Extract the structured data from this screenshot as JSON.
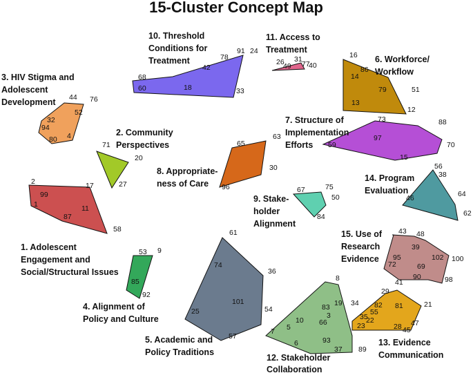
{
  "title": "15-Cluster Concept Map",
  "clusters": [
    {
      "id": "c1",
      "label_lines": [
        "1. Adolescent",
        "Engagement and",
        "Social/Structural Issues"
      ],
      "color": "#cc5050",
      "points": [
        "2",
        "99",
        "17",
        "1",
        "11",
        "87",
        "58"
      ]
    },
    {
      "id": "c2",
      "label_lines": [
        "2. Community",
        "Perspectives"
      ],
      "color": "#a2c928",
      "points": [
        "71",
        "20",
        "27"
      ]
    },
    {
      "id": "c3",
      "label_lines": [
        "3. HIV Stigma and",
        "Adolescent",
        "Development"
      ],
      "color": "#f0a15c",
      "points": [
        "44",
        "76",
        "52",
        "32",
        "94",
        "80",
        "4"
      ]
    },
    {
      "id": "c4",
      "label_lines": [
        "4. Alignment of",
        "Policy and Culture"
      ],
      "color": "#33a85a",
      "points": [
        "53",
        "9",
        "85",
        "92"
      ]
    },
    {
      "id": "c5",
      "label_lines": [
        "5. Academic and",
        "Policy Traditions"
      ],
      "color": "#6b7b8e",
      "points": [
        "61",
        "74",
        "36",
        "101",
        "54",
        "25",
        "57"
      ]
    },
    {
      "id": "c6",
      "label_lines": [
        "6. Workforce/",
        "Workflow"
      ],
      "color": "#c08a0c",
      "points": [
        "16",
        "86",
        "14",
        "79",
        "51",
        "13",
        "12"
      ]
    },
    {
      "id": "c7",
      "label_lines": [
        "7. Structure of",
        "Implementation",
        "Efforts"
      ],
      "color": "#b54fd6",
      "points": [
        "73",
        "88",
        "97",
        "59",
        "70",
        "15"
      ]
    },
    {
      "id": "c8",
      "label_lines": [
        "8. Appropriate-",
        "ness of Care"
      ],
      "color": "#d6681a",
      "points": [
        "63",
        "65",
        "30",
        "96"
      ]
    },
    {
      "id": "c9",
      "label_lines": [
        "9. Stake-",
        "holder",
        "Alignment"
      ],
      "color": "#5fd0b0",
      "points": [
        "67",
        "75",
        "50",
        "84"
      ]
    },
    {
      "id": "c10",
      "label_lines": [
        "10. Threshold",
        "Conditions for",
        "Treatment"
      ],
      "color": "#7b68ee",
      "points": [
        "91",
        "24",
        "78",
        "42",
        "68",
        "60",
        "18",
        "33"
      ]
    },
    {
      "id": "c11",
      "label_lines": [
        "11. Access to",
        "Treatment"
      ],
      "color": "#e0658c",
      "points": [
        "26",
        "31",
        "49",
        "77",
        "40"
      ]
    },
    {
      "id": "c12",
      "label_lines": [
        "12. Stakeholder",
        "Collaboration"
      ],
      "color": "#8fbf87",
      "points": [
        "8",
        "19",
        "83",
        "3",
        "10",
        "66",
        "5",
        "7",
        "93",
        "6",
        "37",
        "89"
      ]
    },
    {
      "id": "c13",
      "label_lines": [
        "13. Evidence",
        "Communication"
      ],
      "color": "#e3a61c",
      "points": [
        "29",
        "82",
        "81",
        "55",
        "35",
        "22",
        "23",
        "28",
        "45",
        "47",
        "21",
        "34"
      ]
    },
    {
      "id": "c14",
      "label_lines": [
        "14. Program",
        "Evaluation"
      ],
      "color": "#4f9aa0",
      "points": [
        "56",
        "38",
        "64",
        "46",
        "62"
      ]
    },
    {
      "id": "c15",
      "label_lines": [
        "15. Use of",
        "Research",
        "Evidence"
      ],
      "color": "#c08c8a",
      "points": [
        "43",
        "48",
        "39",
        "95",
        "72",
        "102",
        "100",
        "69",
        "90",
        "41",
        "98"
      ]
    }
  ]
}
